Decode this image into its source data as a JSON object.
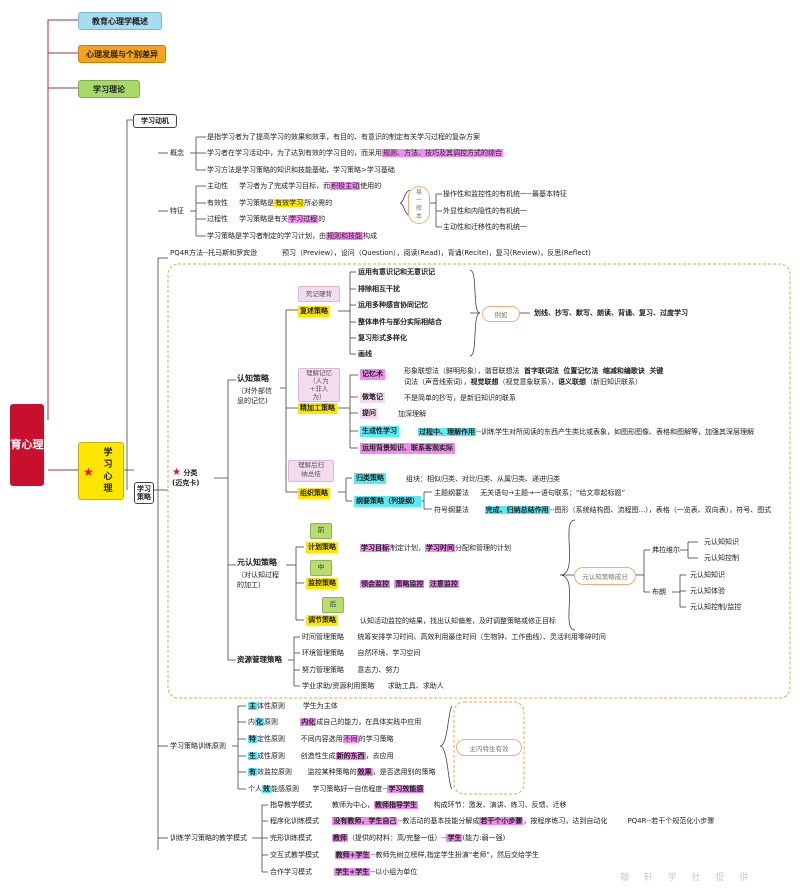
{
  "top_nodes": {
    "n1": "教育心理学概述",
    "n2": "心理发展与个别差异",
    "n3": "学习理论"
  },
  "root": {
    "title": "教育心理学"
  },
  "center": {
    "title": "学习心理"
  },
  "motive": "学习动机",
  "strategy_node": "学习策略",
  "concept": {
    "label": "概念",
    "l1": "是指学习者为了提高学习的效果和效率，有目的、有意识的制定有关学习过程的复杂方案",
    "l2_a": "学习者在学习活动中，为了达到有效的学习目的，而采用",
    "l2_b": "规则、方法、技巧及其调控方式的综合",
    "l3": "学习方法是学习策略的知识和技能基础，学习策略>学习基础"
  },
  "feature": {
    "label": "特征",
    "r1_k": "主动性",
    "r1_v": "学习者为了完成学习目标，而",
    "r1_h": "积极主动",
    "r1_t": "使用的",
    "r2_k": "有效性",
    "r2_v": "学习策略是",
    "r2_h": "有效学习",
    "r2_t": "所必需的",
    "r3_k": "过程性",
    "r3_v": "学习策略是有关",
    "r3_h": "学习过程",
    "r3_t": "的",
    "r4_v": "学习策略是学习者制定的学习计划，由",
    "r4_h": "规则和技能",
    "r4_t": "构成",
    "oval": "易\n一\n般\n本",
    "s1": "操作性和监控性的有机统一--最基本特征",
    "s2": "外显性和内隐性的有机统一",
    "s3": "主动性和迁移性的有机统一"
  },
  "pq4r": {
    "a": "PQ4R方法--托马斯和罗宾逊",
    "b": "预习（Preview），设问（Question），阅读(Read)，背诵(Recite)，复习(Review)，反思(Reflect)"
  },
  "classify": {
    "label": "分类\n(迈克卡)"
  },
  "cognitive": {
    "label": "认知策略",
    "sub": "（对外部信\n息的记忆)",
    "rote_box": "死记硬背",
    "rehearsal": "复述策略",
    "rh": [
      "运用有意识记和无意识记",
      "排除相互干扰",
      "运用多种感官协同记忆",
      "整体串件与部分实际相结合",
      "复习形式多样化",
      "画线"
    ],
    "example_oval": "例如",
    "example_text": "划线、抄写、默写、朗读、背诵、复习、过度学习",
    "elab_box": "理解记忆\n（人为\n+非人\n为）",
    "elab": "精加工策略",
    "mem": "记忆术",
    "mem1_a": "形象联想法（鲜明形象），谐音联想法",
    "mem1_b": "首字联词法",
    "mem1_c": "位置记忆法",
    "mem1_d": "缩减和编歌诀",
    "mem1_e": "关键",
    "mem2_a": "词法（声音线索词），",
    "mem2_b": "视觉联想",
    "mem2_c": "（视觉意象联系），",
    "mem2_d": "语义联想",
    "mem2_e": "（新旧知识联系）",
    "note": "做笔记",
    "note_t": "不是简单的抄写，是新旧知识的联系",
    "ask": "提问",
    "ask_t": "加深理解",
    "gen": "生成性学习",
    "gen_h": "过程中、理解作用",
    "gen_t": "--训练学生对所阅读的东西产生类比或表象，如图形图像、表格和图解等，加强其深层理解",
    "bg": "运用背景知识、联系客观实际",
    "org_box": "理解后归\n纳总结",
    "org": "组织策略",
    "cl": "归类策略",
    "cl_t": "组块：相似归类、对比归类、从属归类、递进归类",
    "out": "纲要策略（列提纲）",
    "out1_k": "主题纲要法",
    "out1_v": "无关语句→主题→一语句联系；“给文章起标题”",
    "out2_k": "符号纲要法",
    "out2_h": "完成、归纳总结作用",
    "out2_t": "--图形（系统结构图、流程图...），表格（一览表、双向表），符号、图式"
  },
  "meta": {
    "label": "元认知策略",
    "sub": "（对认知过程\n的加工）",
    "g1": "前",
    "g2": "中",
    "g3": "后",
    "plan": "计划策略",
    "plan_a": "学习目标",
    "plan_b": "制定计划，",
    "plan_c": "学习时间",
    "plan_d": "分配和管理的计划",
    "mon": "监控策略",
    "mon_a": "领会监控",
    "mon_b": "策略监控",
    "mon_c": "注意监控",
    "reg": "调节策略",
    "reg_t": "认知活动监控的结果，找出认知偏差，及时调整策略或修正目标",
    "oval": "元认知策略成分",
    "flavell": "弗拉维尔",
    "fl1": "元认知知识",
    "fl2": "元认知控制",
    "brown": "布朗",
    "br1": "元认知知识",
    "br2": "元认知体验",
    "br3": "元认知控制/监控"
  },
  "resource": {
    "label": "资源管理策略",
    "r1_k": "时间管理策略",
    "r1_v": "统筹安排学习时间、高效利用最佳时间（生物钟、工作曲线）、灵活利用零碎时间",
    "r2_k": "环境管理策略",
    "r2_v": "自然环境、学习空间",
    "r3_k": "努力管理策略",
    "r3_v": "意志力、努力",
    "r4_k": "学业求助/资源利用策略",
    "r4_v": "求助工具、求助人"
  },
  "training": {
    "label": "学习策略训练原则",
    "p1_h": "主",
    "p1_k": "体性原则",
    "p1_v": "学生为主体",
    "p2_a": "内",
    "p2_h": "化",
    "p2_b": "原则",
    "p2_v_h": "内化",
    "p2_v": "成自己的能力，在具体实践中应用",
    "p3_h": "特",
    "p3_k": "定性原则",
    "p3_v_a": "不同内容选用",
    "p3_v_h": "不同",
    "p3_v_b": "的学习策略",
    "p4_h": "生",
    "p4_k": "成性原则",
    "p4_v_a": "创造性生成",
    "p4_v_h": "新的东西",
    "p4_v_b": "，去应用",
    "p5_h": "有",
    "p5_k": "效监控原则",
    "p5_v_a": "监控某种策略的",
    "p5_v_h": "效果",
    "p5_v_b": "，是否选用别的策略",
    "p6_a": "个人",
    "p6_h": "效",
    "p6_b": "能感原则",
    "p6_v_a": "学习策略好一自信程度--",
    "p6_v_h": "学习效能感",
    "oval": "主内特生有效"
  },
  "teaching": {
    "label": "训练学习策略的教学模式",
    "m1_k": "指导教学模式",
    "m1_a": "教师为中心，",
    "m1_h": "教师指导学生",
    "m1_b": "构成环节：激发、演讲、练习、反馈、迁移",
    "m2_k": "程序化训练模式",
    "m2_h": "没有教师，学生自己",
    "m2_a": "--教活动的基本技能分解成",
    "m2_h2": "若干个小步骤",
    "m2_b": "，按程序练习，达到自动化",
    "m2_c": "PQ4R--若干个规范化小步骤",
    "m3_k": "完形训练模式",
    "m3_h": "教师",
    "m3_a": "（提供的材料：高/完整一低）--",
    "m3_h2": "学生",
    "m3_b": "(能力:弱一强)",
    "m4_k": "交互式教学模式",
    "m4_h": "教师+学生",
    "m4_a": "--教师先树立榜样,指定学生扮演“老师”，然后交给学生",
    "m5_k": "合作学习模式",
    "m5_h": "学生+学生",
    "m5_a": "--以小组为单位"
  },
  "watermark": "翰 轩 学 社 提 供",
  "colors": {
    "root": "#c8102e",
    "blue": "#a8dcf0",
    "orange": "#f4a31a",
    "green": "#a6d96a",
    "yellow": "#ffe600",
    "magenta": "#f08cf0",
    "cyan": "#5ce8f5"
  }
}
